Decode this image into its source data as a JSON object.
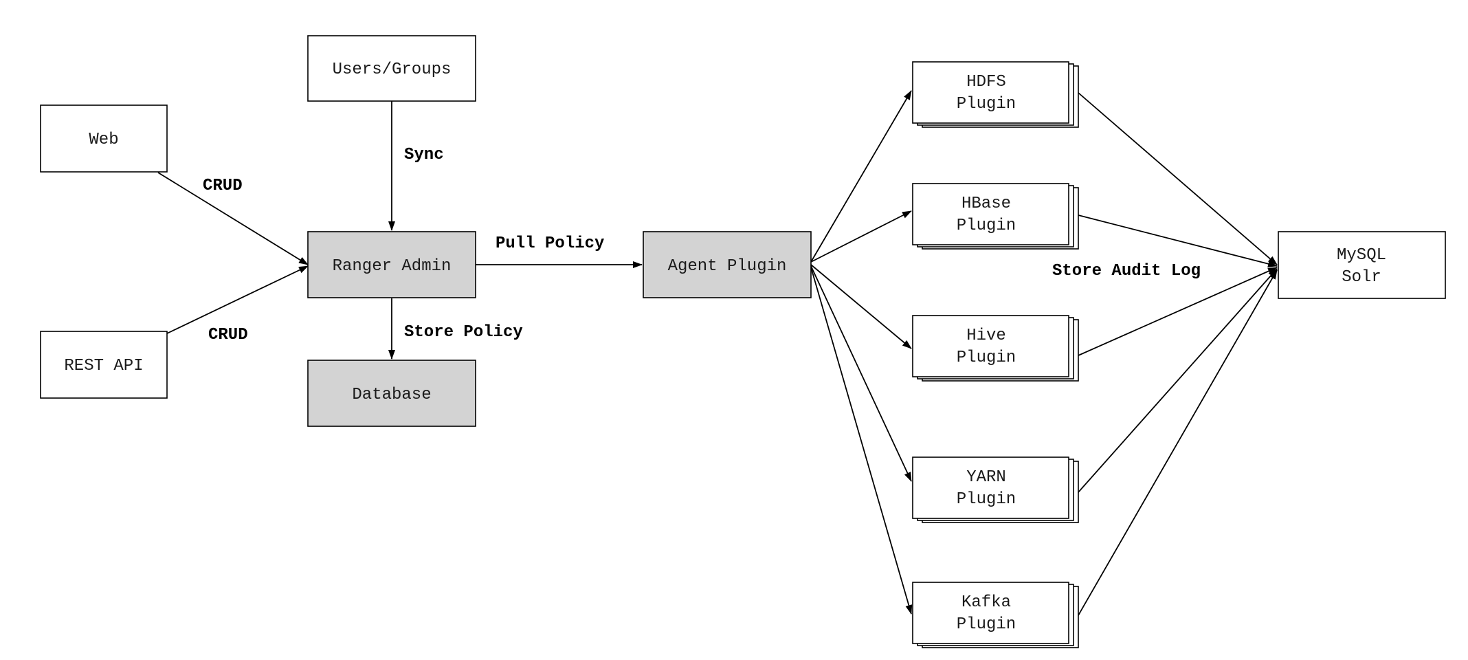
{
  "colors": {
    "stroke": "#000000",
    "box_fill": "#ffffff",
    "core_fill": "#d3d3d3"
  },
  "nodes": {
    "web": "Web",
    "rest_api": "REST API",
    "users_groups": "Users/Groups",
    "ranger_admin": "Ranger Admin",
    "database": "Database",
    "agent_plugin": "Agent Plugin",
    "hdfs": [
      "HDFS",
      "Plugin"
    ],
    "hbase": [
      "HBase",
      "Plugin"
    ],
    "hive": [
      "Hive",
      "Plugin"
    ],
    "yarn": [
      "YARN",
      "Plugin"
    ],
    "kafka": [
      "Kafka",
      "Plugin"
    ],
    "mysql_solr": [
      "MySQL",
      "Solr"
    ]
  },
  "edge_labels": {
    "crud_web": "CRUD",
    "crud_rest": "CRUD",
    "sync": "Sync",
    "pull_policy": "Pull Policy",
    "store_policy": "Store Policy",
    "store_audit_log": "Store Audit Log"
  }
}
